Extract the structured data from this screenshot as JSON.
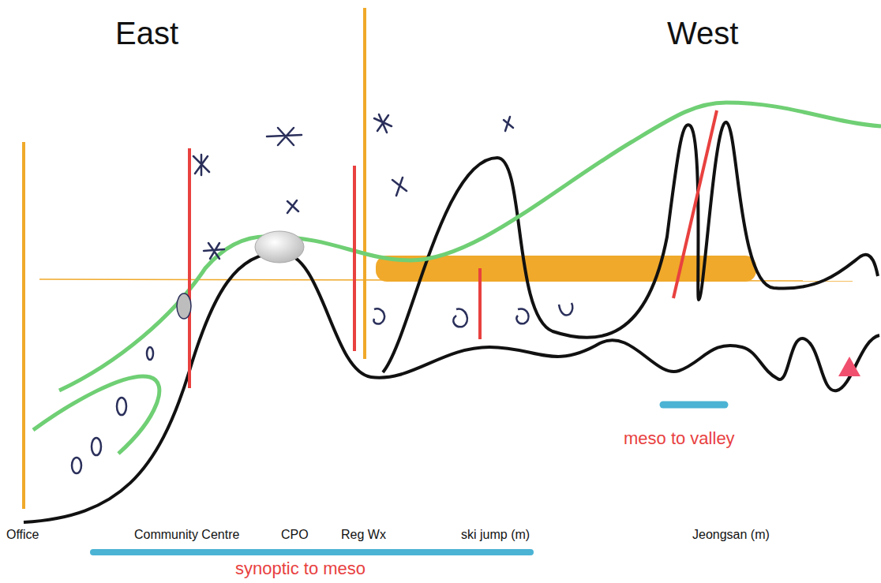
{
  "diagram": {
    "labels": [
      "East",
      "West",
      "Office",
      "Community Centre",
      "CPO",
      "Reg Wx",
      "ski jump (m)",
      "Jeongsan (m)",
      "meso to valley",
      "synoptic to meso"
    ]
  }
}
